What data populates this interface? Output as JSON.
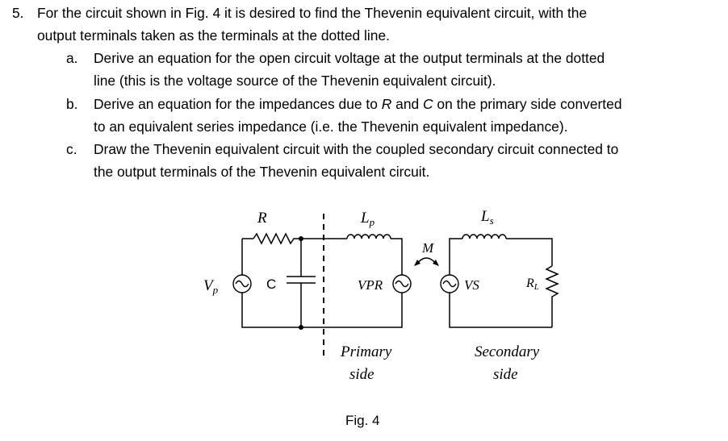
{
  "question": {
    "number": "5.",
    "line1": "For the circuit shown in Fig. 4 it is desired to find the Thevenin equivalent circuit, with the",
    "line2": "output terminals taken as the terminals at the dotted line.",
    "parts": [
      {
        "letter": "a.",
        "lines": [
          "Derive an equation for the open circuit voltage at the output terminals at the dotted",
          "line (this is the voltage source of the Thevenin equivalent circuit)."
        ]
      },
      {
        "letter": "b.",
        "lines_rich": [
          [
            {
              "t": "Derive an equation for the impedances due to "
            },
            {
              "t": "R",
              "i": true
            },
            {
              "t": " and "
            },
            {
              "t": "C",
              "i": true
            },
            {
              "t": " on the primary side converted"
            }
          ],
          [
            {
              "t": "to an equivalent series impedance (i.e. the Thevenin equivalent impedance)."
            }
          ]
        ]
      },
      {
        "letter": "c.",
        "lines": [
          "Draw the Thevenin equivalent circuit with the coupled secondary circuit connected to",
          "the output terminals of the Thevenin equivalent circuit."
        ]
      }
    ]
  },
  "figure": {
    "labels": {
      "R": "R",
      "Lp_main": "L",
      "Lp_sub": "p",
      "Ls_main": "L",
      "Ls_sub": "s",
      "M": "M",
      "Vp_main": "V",
      "Vp_sub": "p",
      "C": "C",
      "VPR": "VPR",
      "VS": "VS",
      "RL_main": "R",
      "RL_sub": "L",
      "primary_line1": "Primary",
      "primary_line2": "side",
      "secondary_line1": "Secondary",
      "secondary_line2": "side"
    },
    "caption": "Fig. 4"
  }
}
